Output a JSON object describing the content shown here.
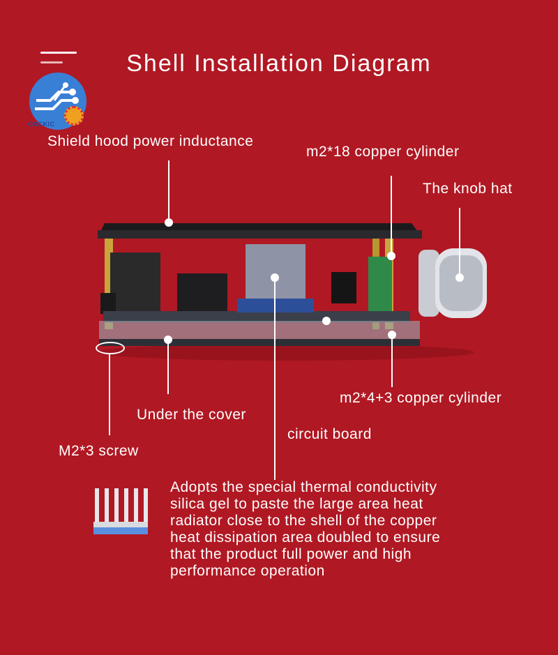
{
  "title": "Shell Installation Diagram",
  "logo": {
    "text": "OCCKIC"
  },
  "labels": {
    "shield": "Shield hood power inductance",
    "m218": "m2*18 copper cylinder",
    "knob": "The knob hat",
    "m243": "m2*4+3 copper cylinder",
    "under_cover": "Under the cover",
    "circuit": "circuit board",
    "screw": "M2*3 screw"
  },
  "description_lines": [
    "Adopts the special thermal conductivity",
    "silica gel to paste the large area heat",
    "radiator close to the shell of the copper",
    "heat dissipation area doubled to ensure",
    "that the product full power and high",
    "performance operation"
  ],
  "colors": {
    "background": "#b01823",
    "text": "#ffffff",
    "logo_blue": "#3a7fd6"
  }
}
